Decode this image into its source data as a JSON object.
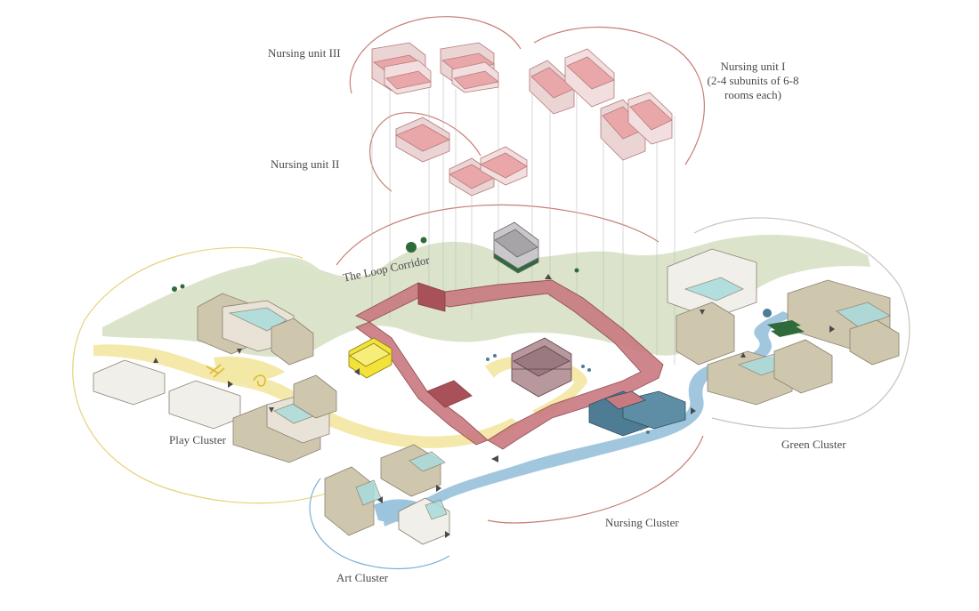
{
  "labels": {
    "nursing_unit_3": "Nursing unit III",
    "nursing_unit_2": "Nursing unit II",
    "nursing_unit_1_line1": "Nursing unit I",
    "nursing_unit_1_line2": "(2-4 subunits of  6-8",
    "nursing_unit_1_line3": "rooms each)",
    "loop_corridor": "The Loop Corridor",
    "play_cluster": "Play Cluster",
    "green_cluster": "Green Cluster",
    "nursing_cluster": "Nursing Cluster",
    "art_cluster": "Art Cluster"
  },
  "colors": {
    "green_zone": "#d9e3c8",
    "yellow_path": "#f3e8a6",
    "blue_water": "#9cc4dc",
    "corridor_red": "#b8646a",
    "nursing_pink": "#e9a7a9",
    "beige_building": "#cfc6ae",
    "white_building": "#f0efea",
    "cyan_glass": "#a9dcdc",
    "yellow_block": "#f2e23a",
    "dark_blue_block": "#4e7c95",
    "mauve_block": "#9a7a80",
    "gray_block": "#a7a4a8",
    "dark_green": "#2f6b3a",
    "arc_red": "#c77f77",
    "arc_yellow": "#e6d27a",
    "arc_blue": "#7ab0d4",
    "arc_gray": "#c9c4bc"
  }
}
